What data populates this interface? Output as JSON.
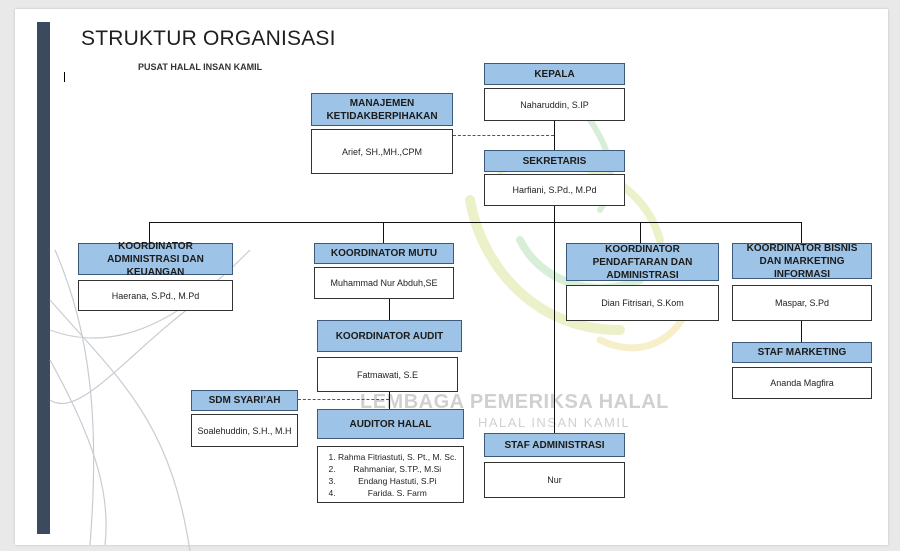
{
  "document": {
    "title": "STRUKTUR ORGANISASI",
    "subtitle": "PUSAT HALAL INSAN KAMIL"
  },
  "watermark": {
    "line1": "LEMBAGA PEMERIKSA HALAL",
    "line2": "HALAL INSAN KAMIL",
    "logo": "arabic-calligraphy-logo"
  },
  "colors": {
    "position_box": "#9dc3e6",
    "sidebar": "#3c4a5e"
  },
  "org": {
    "kepala": {
      "title": "KEPALA",
      "name": "Naharuddin, S.IP"
    },
    "manajemen": {
      "title": "MANAJEMEN KETIDAKBERPIHAKAN",
      "name": "Arief, SH.,MH.,CPM"
    },
    "sekretaris": {
      "title": "SEKRETARIS",
      "name": "Harfiani, S.Pd., M.Pd"
    },
    "admin_keuangan": {
      "title": "KOORDINATOR ADMINISTRASI DAN KEUANGAN",
      "name": "Haerana, S.Pd., M.Pd"
    },
    "mutu": {
      "title": "KOORDINATOR MUTU",
      "name": "Muhammad Nur Abduh,SE"
    },
    "pendaftaran": {
      "title": "KOORDINATOR PENDAFTARAN DAN ADMINISTRASI",
      "name": "Dian Fitrisari, S.Kom"
    },
    "bisnis": {
      "title": "KOORDINATOR BISNIS DAN MARKETING INFORMASI",
      "name": "Maspar, S.Pd"
    },
    "audit": {
      "title": "KOORDINATOR AUDIT",
      "name": "Fatmawati, S.E"
    },
    "staf_marketing": {
      "title": "STAF MARKETING",
      "name": "Ananda Magfira"
    },
    "sdm": {
      "title": "SDM SYARI’AH",
      "name": "Soalehuddin, S.H., M.H"
    },
    "auditor": {
      "title": "AUDITOR HALAL",
      "names": [
        "Rahma Fitriastuti, S. Pt., M. Sc.",
        "Rahmaniar, S.TP., M.Si",
        "Endang Hastuti, S.Pi",
        "Farida. S. Farm"
      ]
    },
    "staf_admin": {
      "title": "STAF ADMINISTRASI",
      "name": "Nur"
    }
  }
}
